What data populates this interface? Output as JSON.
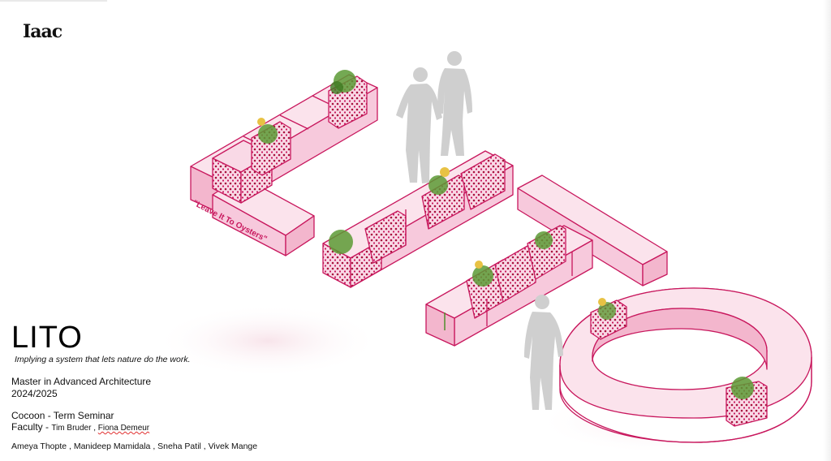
{
  "logo": {
    "text": "Iaac"
  },
  "project": {
    "title": "LITO",
    "subtitle": "Implying a system that lets nature do the work.",
    "slogan": "\"Leave It To Oysters\""
  },
  "program": {
    "line1": "Master in Advanced Architecture",
    "line2": "2024/2025",
    "course": "Cocoon - Term Seminar",
    "faculty_label": "Faculty - ",
    "faculty_name1": "Tim Bruder",
    "faculty_sep": " , ",
    "faculty_name2": "Fiona Demeur"
  },
  "authors": "Ameya Thopte , Manideep Mamidala , Sneha Patil , Vivek Mange",
  "colors": {
    "accent": "#c8175d",
    "fill": "#f7c9dc",
    "human": "#c9c9c9",
    "plant": "#4f8f2c",
    "flower": "#e8c244"
  }
}
